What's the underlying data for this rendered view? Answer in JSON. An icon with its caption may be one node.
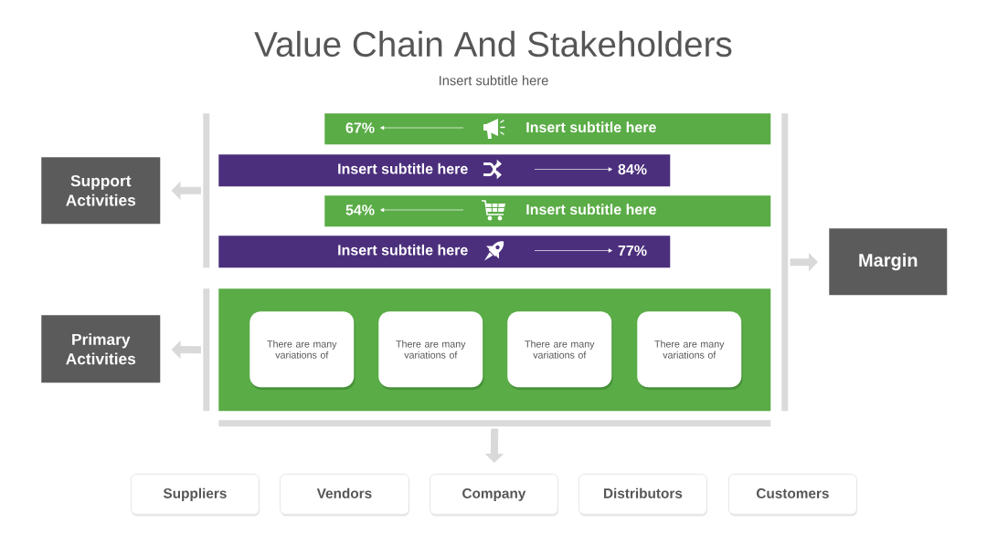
{
  "diagram": {
    "title": "Value Chain And Stakeholders",
    "nodes": [
      {
        "text": [
          "Support Activities"
        ]
      },
      {
        "text": [],
        "shape": "bar"
      },
      {
        "text": [
          "Insert subtitle here"
        ]
      },
      {
        "text": [
          "67%"
        ],
        "in": 2
      },
      {
        "text": [
          "Insert subtitle here"
        ]
      },
      {
        "text": [
          "84%"
        ],
        "in": 4
      },
      {
        "text": [
          "Insert subtitle here"
        ]
      },
      {
        "text": [
          "54%"
        ],
        "in": 6
      },
      {
        "text": [
          "Insert subtitle here"
        ]
      },
      {
        "text": [
          "77%"
        ],
        "in": 8
      },
      {
        "text": [],
        "shape": "bar"
      },
      {
        "text": [
          "Margin"
        ]
      },
      {
        "text": [
          "Primary Activities"
        ]
      },
      {
        "text": [],
        "shape": "bar"
      },
      {
        "text": [],
        "shape": "box"
      },
      {
        "text": [
          "There are many variations of"
        ],
        "in": 14
      },
      {
        "text": [
          "There are many variations of"
        ],
        "in": 14
      },
      {
        "text": [
          "There are many variations of"
        ],
        "in": 14
      },
      {
        "text": [
          "There are many variations of"
        ],
        "in": 14
      },
      {
        "text": [],
        "shape": "bar"
      },
      {
        "text": [
          "Suppliers"
        ]
      },
      {
        "text": [
          "Vendors"
        ]
      },
      {
        "text": [
          "Company"
        ]
      },
      {
        "text": [
          "Distributors"
        ]
      },
      {
        "text": [
          "Customers"
        ]
      }
    ],
    "edges": [
      {
        "from": 1,
        "to": 0,
        "arrow": "to",
        "style": "thick",
        "color": "#d9d9d9"
      },
      {
        "from": null,
        "to": 3,
        "arrow": "to",
        "color": "#ffffff"
      },
      {
        "from": null,
        "to": 5,
        "arrow": "to",
        "color": "#ffffff"
      },
      {
        "from": null,
        "to": 7,
        "arrow": "to",
        "color": "#ffffff"
      },
      {
        "from": null,
        "to": 9,
        "arrow": "to",
        "color": "#ffffff"
      },
      {
        "from": 10,
        "to": 11,
        "arrow": "to",
        "style": "thick",
        "color": "#d9d9d9"
      },
      {
        "from": 13,
        "to": 12,
        "arrow": "to",
        "style": "thick",
        "color": "#d9d9d9"
      },
      {
        "from": 19,
        "to": 22,
        "arrow": "to",
        "style": "thick",
        "color": "#d9d9d9"
      }
    ],
    "labels": [
      "Insert subtitle here"
    ]
  }
}
